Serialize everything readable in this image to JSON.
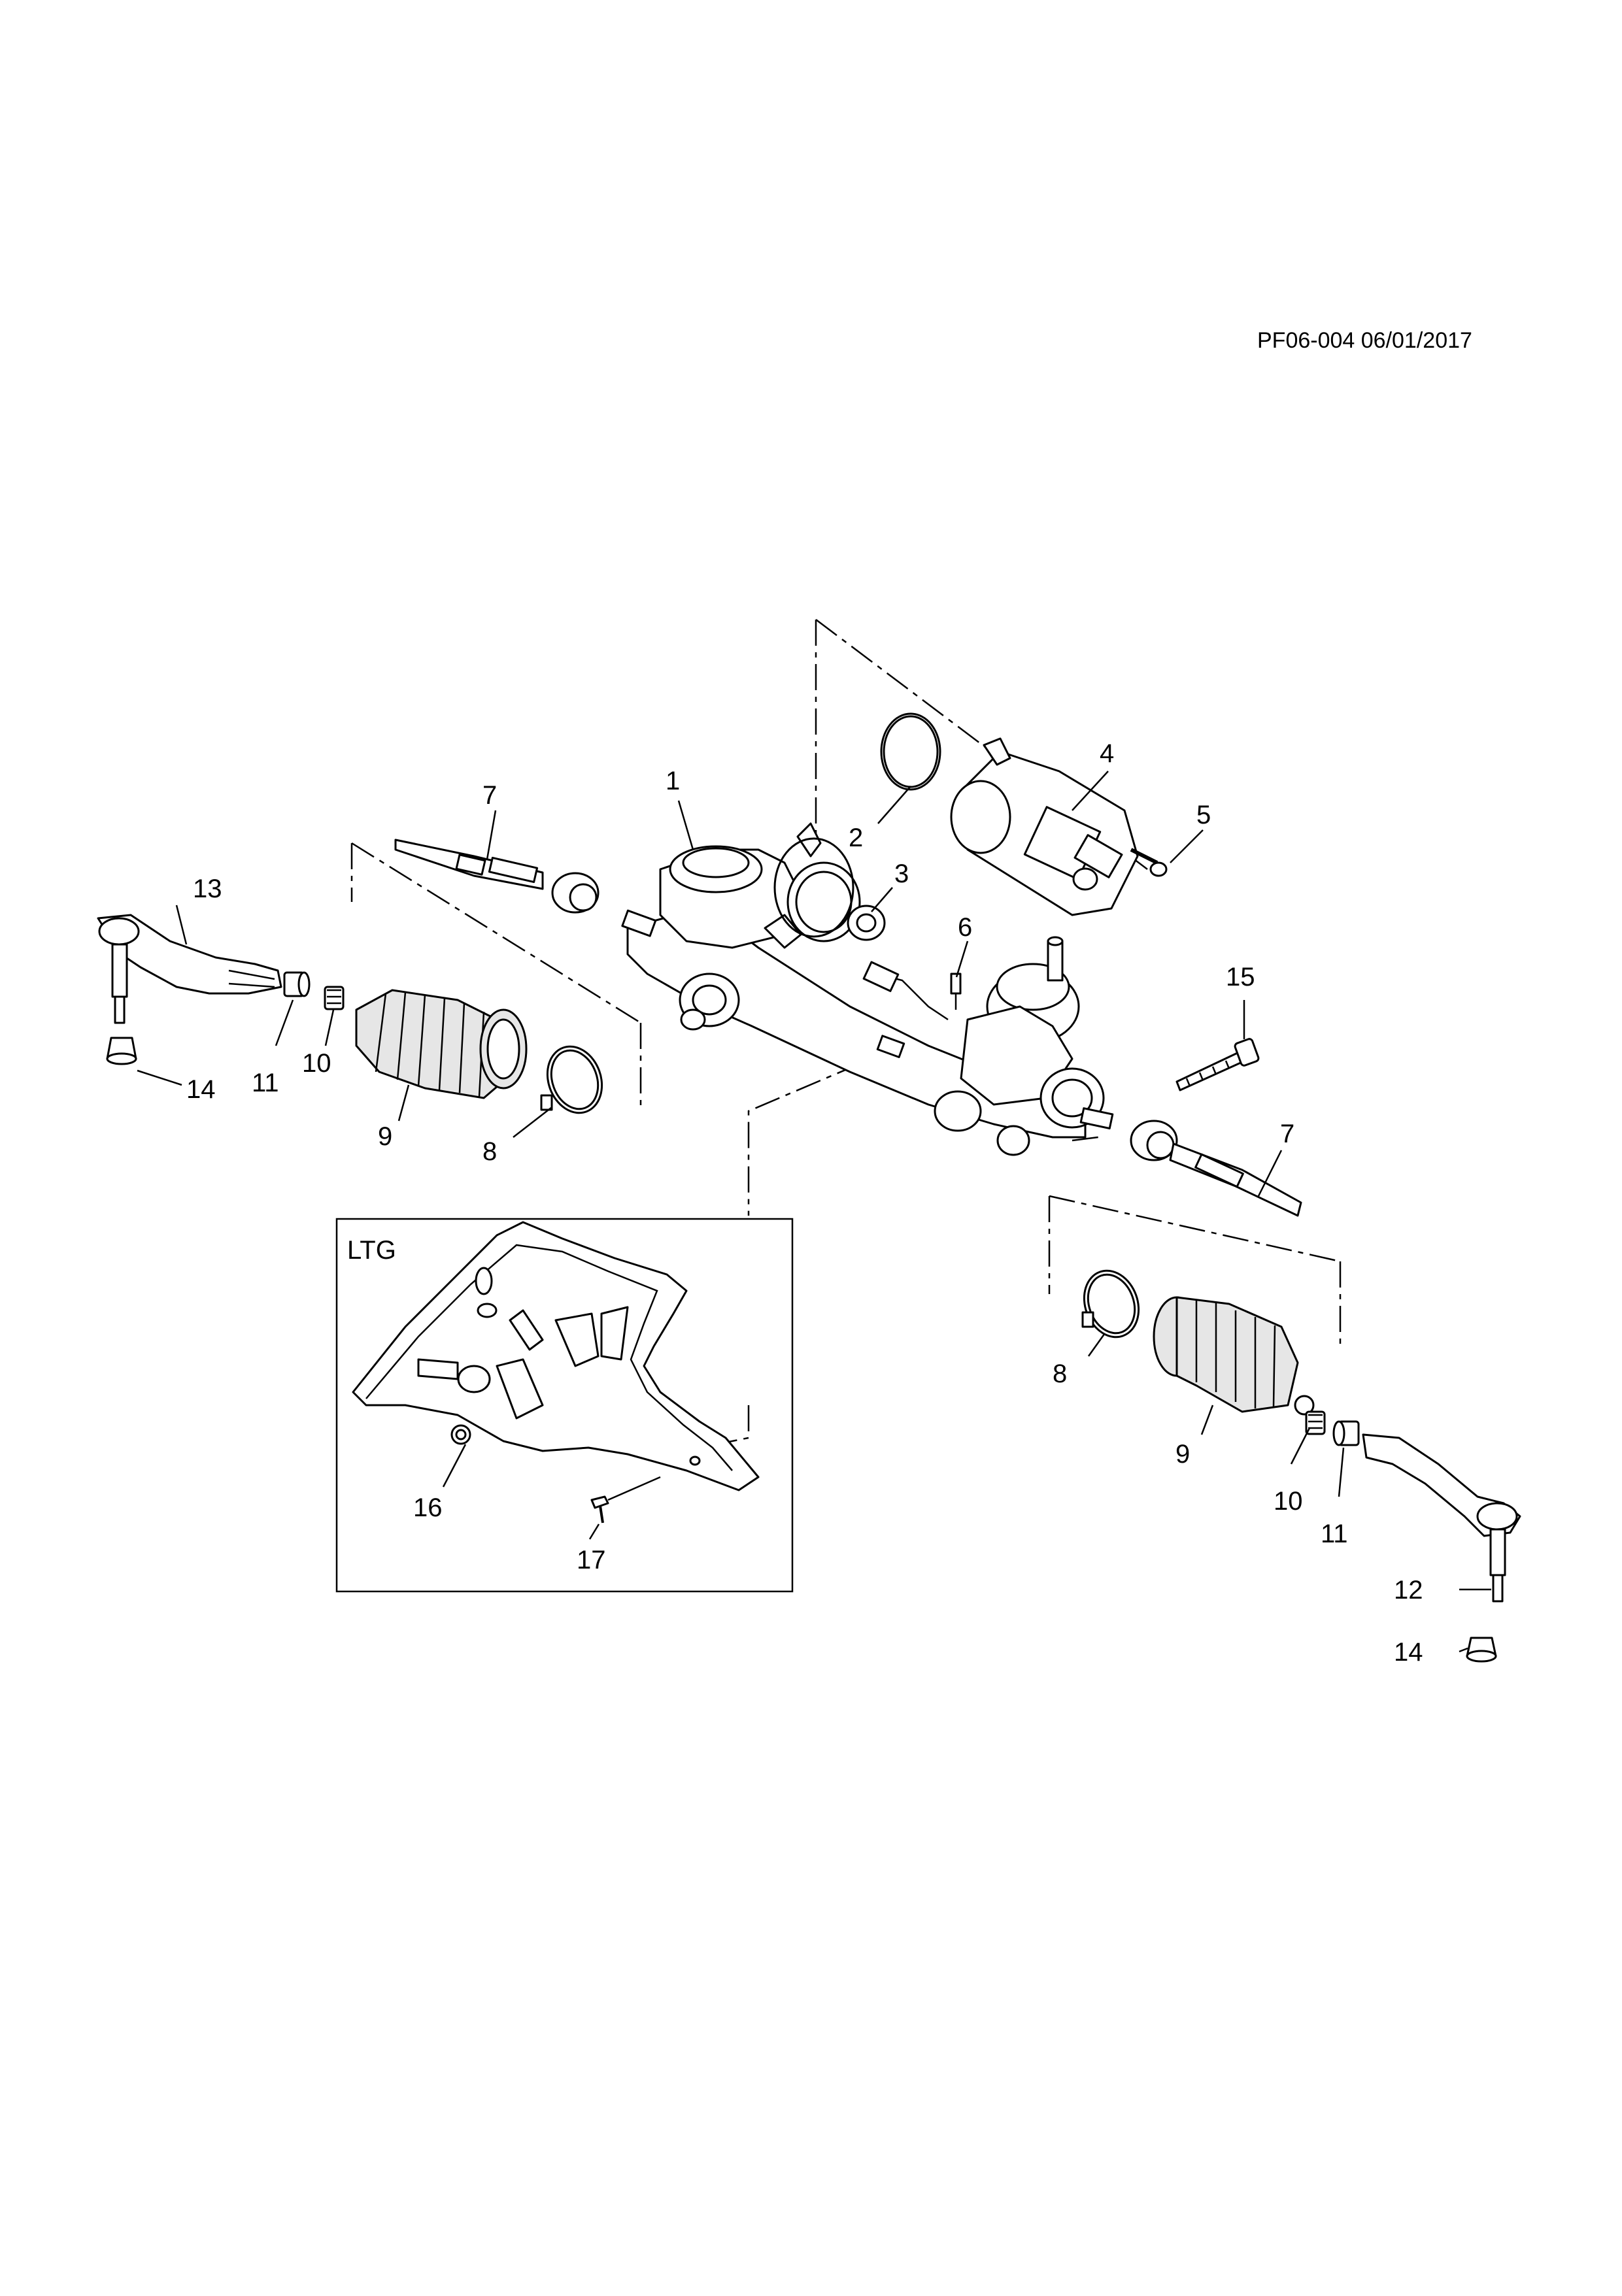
{
  "document": {
    "code": "PF06-004 06/01/2017"
  },
  "inset": {
    "label": "LTG"
  },
  "callouts": {
    "c1": "1",
    "c2": "2",
    "c3": "3",
    "c4": "4",
    "c5": "5",
    "c6": "6",
    "c7_left": "7",
    "c7_right": "7",
    "c8_left": "8",
    "c8_right": "8",
    "c9_left": "9",
    "c9_right": "9",
    "c10_left": "10",
    "c10_right": "10",
    "c11_left": "11",
    "c11_right": "11",
    "c12": "12",
    "c13": "13",
    "c14_left": "14",
    "c14_right": "14",
    "c15": "15",
    "c16": "16",
    "c17": "17"
  }
}
